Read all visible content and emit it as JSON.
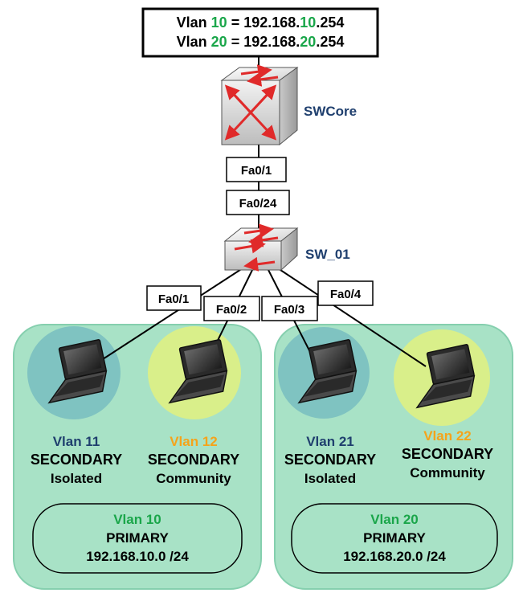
{
  "colors": {
    "green": "#1aa64a",
    "navy": "#1f3f6e",
    "orange": "#f5a31a",
    "zone": "#a8e2c6",
    "zone_border": "#85cfae",
    "isolated_circle": "#7fc3c1",
    "community_circle": "#d9ef8a"
  },
  "top_box": {
    "line1": {
      "prefix": "Vlan ",
      "vlan": "10",
      "mid": " = 192.168.",
      "oct": "10",
      "suffix": ".254"
    },
    "line2": {
      "prefix": "Vlan ",
      "vlan": "20",
      "mid": " = 192.168.",
      "oct": "20",
      "suffix": ".254"
    }
  },
  "core_switch": {
    "name": "SWCore",
    "icon": "multilayer-switch-icon"
  },
  "access_switch": {
    "name": "SW_01",
    "icon": "switch-icon"
  },
  "uplink": {
    "core_port": "Fa0/1",
    "access_port": "Fa0/24"
  },
  "ports": [
    "Fa0/1",
    "Fa0/2",
    "Fa0/3",
    "Fa0/4"
  ],
  "zones": [
    {
      "hosts": [
        {
          "vlan_label": "Vlan 11",
          "vlan_color": "navy",
          "type": "SECONDARY",
          "mode": "Isolated",
          "circle": "isolated"
        },
        {
          "vlan_label": "Vlan 12",
          "vlan_color": "orange",
          "type": "SECONDARY",
          "mode": "Community",
          "circle": "community"
        }
      ],
      "primary": {
        "vlan_label": "Vlan 10",
        "type": "PRIMARY",
        "subnet": "192.168.10.0 /24"
      }
    },
    {
      "hosts": [
        {
          "vlan_label": "Vlan 21",
          "vlan_color": "navy",
          "type": "SECONDARY",
          "mode": "Isolated",
          "circle": "isolated"
        },
        {
          "vlan_label": "Vlan 22",
          "vlan_color": "orange",
          "type": "SECONDARY",
          "mode": "Community",
          "circle": "community"
        }
      ],
      "primary": {
        "vlan_label": "Vlan 20",
        "type": "PRIMARY",
        "subnet": "192.168.20.0 /24"
      }
    }
  ]
}
